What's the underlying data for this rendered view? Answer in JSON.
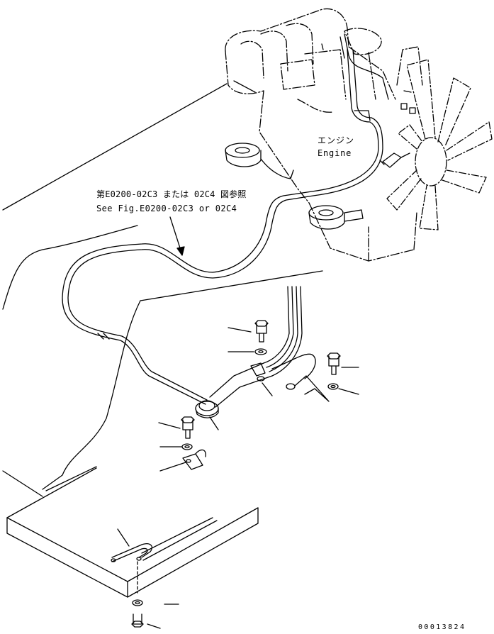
{
  "labels": {
    "reference_ja": "第E0200-02C3 または 02C4 図参照",
    "reference_en": "See Fig.E0200-02C3 or 02C4",
    "engine_ja": "エンジン",
    "engine_en": "Engine",
    "drawing_code": "00013824"
  },
  "colors": {
    "ink": "#000000",
    "paper": "#ffffff"
  }
}
